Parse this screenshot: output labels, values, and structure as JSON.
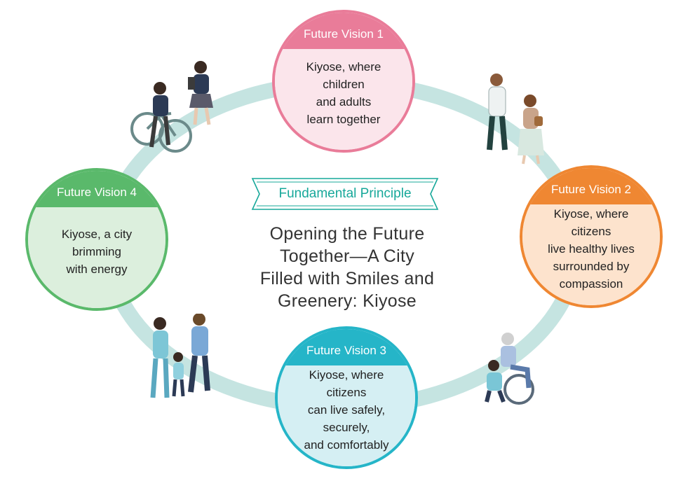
{
  "visions": [
    {
      "title": "Future Vision 1",
      "text": "Kiyose, where children\nand adults\nlearn together",
      "color": "#e97c99",
      "fill": "#fbe5eb"
    },
    {
      "title": "Future Vision 2",
      "text": "Kiyose, where citizens\nlive healthy lives\nsurrounded by\ncompassion",
      "color": "#ef8732",
      "fill": "#fde3cd"
    },
    {
      "title": "Future Vision 3",
      "text": "Kiyose, where citizens\ncan live safely,\nsecurely,\nand comfortably",
      "color": "#25b5c8",
      "fill": "#d5eff3"
    },
    {
      "title": "Future Vision 4",
      "text": "Kiyose, a city\nbrimming\nwith energy",
      "color": "#5ab96b",
      "fill": "#dcefdd"
    }
  ],
  "principle": {
    "label": "Fundamental Principle",
    "text": "Opening the Future\nTogether—A City\nFilled with Smiles and\nGreenery: Kiyose",
    "color": "#17a89a"
  },
  "ring_color": "#c5e4e1",
  "illustrations": [
    {
      "icon": "students-with-bicycle-icon"
    },
    {
      "icon": "couple-walking-icon"
    },
    {
      "icon": "family-walking-icon"
    },
    {
      "icon": "caregiver-wheelchair-icon"
    }
  ]
}
